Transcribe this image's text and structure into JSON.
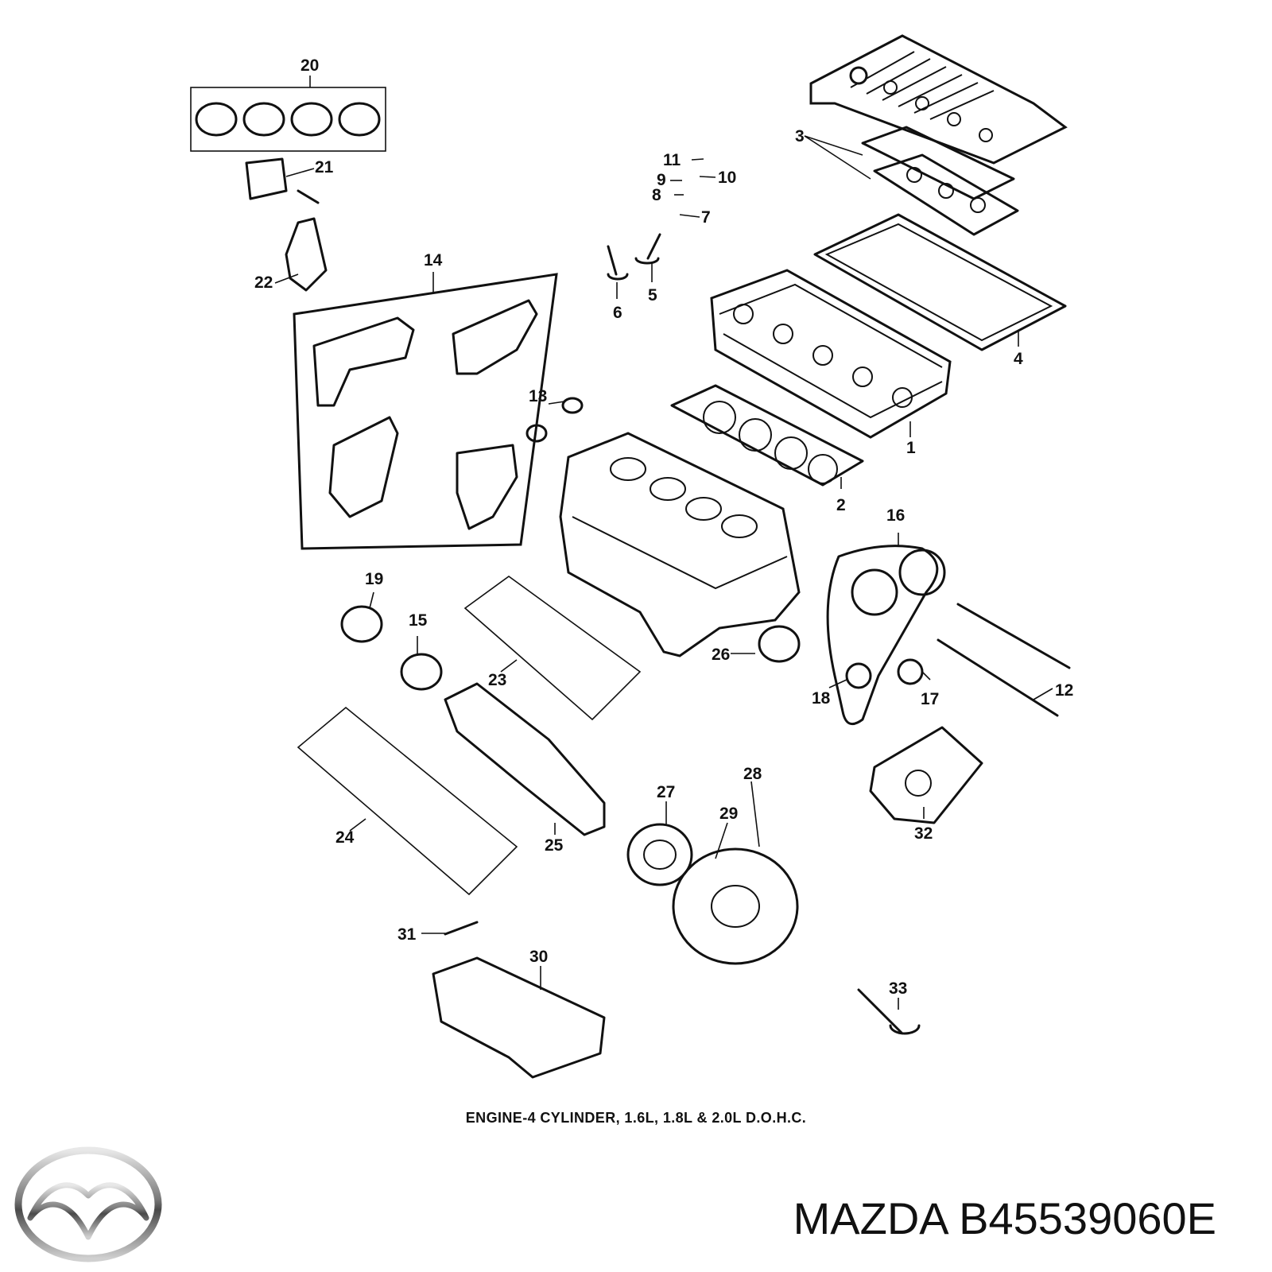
{
  "diagram": {
    "caption": "ENGINE-4 CYLINDER, 1.6L, 1.8L & 2.0L D.O.H.C.",
    "callouts": [
      "1",
      "2",
      "3",
      "4",
      "5",
      "6",
      "7",
      "8",
      "9",
      "10",
      "11",
      "12",
      "13",
      "14",
      "15",
      "16",
      "17",
      "18",
      "19",
      "20",
      "21",
      "22",
      "23",
      "24",
      "25",
      "26",
      "27",
      "28",
      "29",
      "30",
      "31",
      "32",
      "33"
    ]
  },
  "brand": {
    "name": "MAZDA",
    "part_number": "B45539060E",
    "logo_icon": "mazda-logo-icon"
  }
}
